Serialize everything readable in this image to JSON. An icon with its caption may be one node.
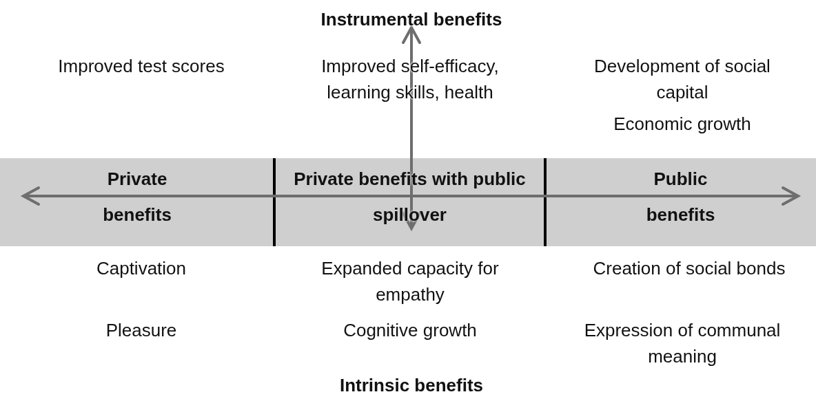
{
  "diagram": {
    "nodes": [
      {
        "text": [],
        "shape": "bar"
      },
      {
        "text": [
          "Private benefits"
        ],
        "in": 0
      },
      {
        "text": [
          "Private benefits with public spillover"
        ],
        "in": 0
      },
      {
        "text": [
          "Public benefits"
        ],
        "in": 0
      }
    ],
    "labels": [
      "Instrumental benefits",
      "Improved test scores",
      "Improved self-efficacy, learning skills, health",
      "Development of social capital",
      "Economic growth",
      "Captivation",
      "Expanded capacity for empathy",
      "Creation of social bonds",
      "Pleasure",
      "Cognitive growth",
      "Expression of communal meaning",
      "Intrinsic benefits"
    ]
  }
}
